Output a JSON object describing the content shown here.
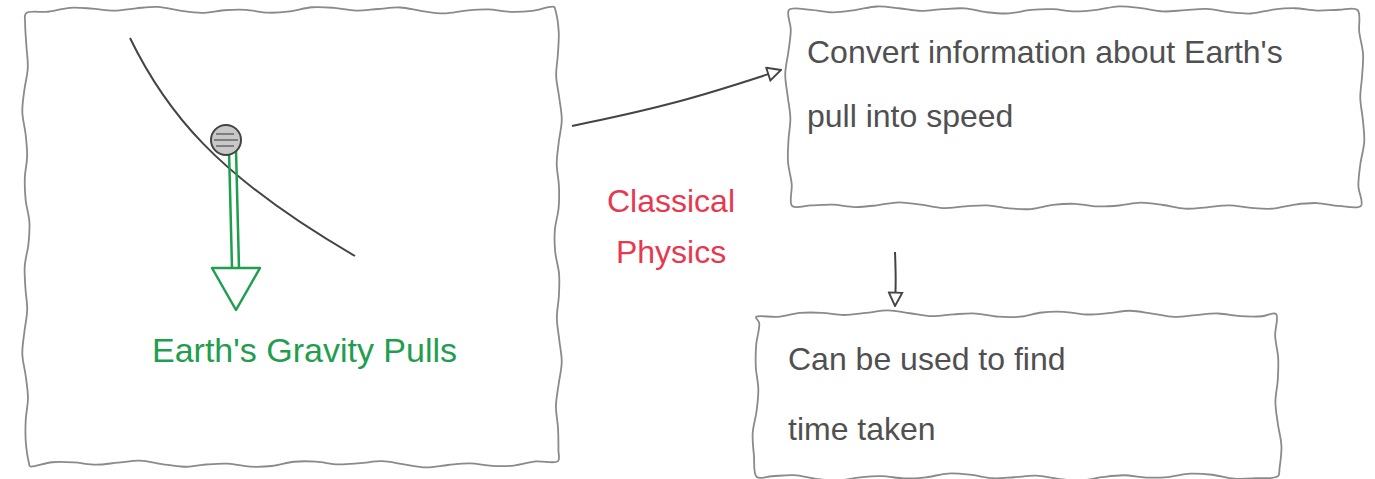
{
  "diagram": {
    "nodes": [
      {
        "text": [
          "Earth's Gravity Pulls"
        ]
      },
      {
        "text": [
          "Convert information about Earth's pull into speed"
        ]
      },
      {
        "text": [
          "Can be used to find time taken"
        ]
      }
    ],
    "edges": [
      {
        "from": 0,
        "to": 1,
        "arrow": "to",
        "label": "Classical Physics"
      },
      {
        "from": 1,
        "to": 2,
        "arrow": "to"
      }
    ]
  }
}
